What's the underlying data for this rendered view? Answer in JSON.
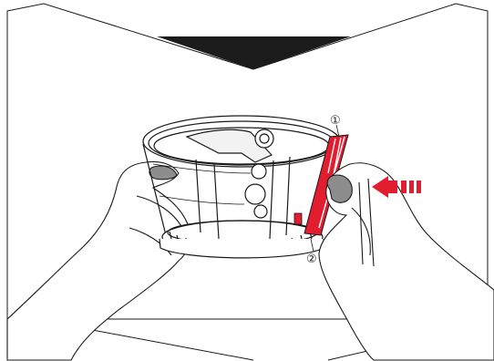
{
  "figure": {
    "callouts": [
      {
        "id": "1",
        "text": "①"
      },
      {
        "id": "2",
        "text": "②"
      }
    ]
  },
  "colors": {
    "accent_red": "#e21d2f",
    "line": "#1a1a1a",
    "direction_triangle": "#1b1b1b"
  },
  "icons": [
    "down-triangle-icon",
    "push-arrow-icon"
  ]
}
